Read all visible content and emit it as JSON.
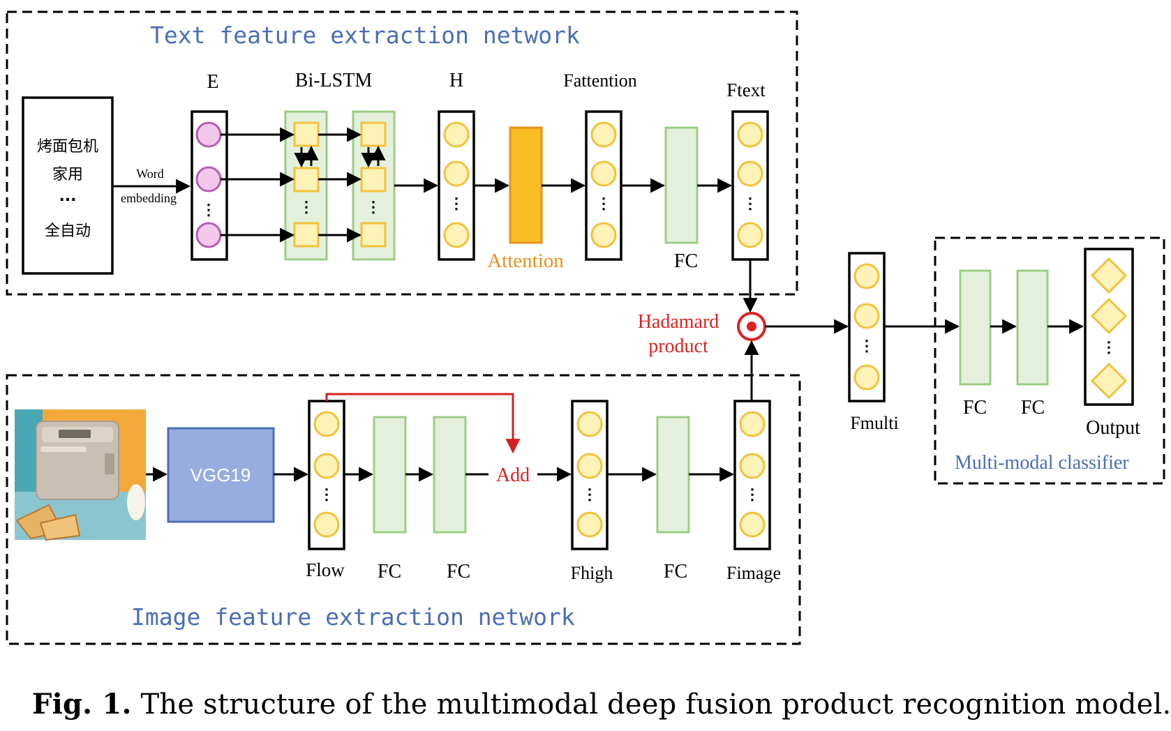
{
  "colors": {
    "title_blue": "#4a6db5",
    "attention_orange": "#e8901a",
    "hadamard_red": "#e02020",
    "fc_fill": "#e3f1dc",
    "fc_stroke": "#9ccd84",
    "circle_fill": "#fdf2b8",
    "circle_stroke": "#f2c23b",
    "embed_fill": "#f1c8ec",
    "embed_stroke": "#b85bb5",
    "attention_fill": "#f8bd23",
    "vgg_fill": "#97addf",
    "vgg_stroke": "#4a6db5"
  },
  "text_network": {
    "title": "Text feature extraction network",
    "input_lines": [
      "烤面包机",
      "家用",
      "...",
      "全自动"
    ],
    "word_embedding": [
      "Word",
      "embedding"
    ],
    "label_E": "E",
    "label_bilstm": "Bi-LSTM",
    "label_H": "H",
    "label_fattention": "Fattention",
    "label_ftext": "Ftext",
    "label_attention": "Attention",
    "label_fc": "FC"
  },
  "fusion": {
    "hadamard_line1": "Hadamard",
    "hadamard_line2": "product",
    "label_fmulti": "Fmulti"
  },
  "image_network": {
    "title": "Image feature extraction network",
    "image_icon": "bread-machine-photo",
    "vgg": "VGG19",
    "label_flow": "Flow",
    "label_fc1": "FC",
    "label_fc2": "FC",
    "label_add": "Add",
    "label_fhigh": "Fhigh",
    "label_fc3": "FC",
    "label_fimage": "Fimage"
  },
  "classifier": {
    "title": "Multi-modal classifier",
    "label_fc1": "FC",
    "label_fc2": "FC",
    "label_output": "Output"
  },
  "caption": {
    "prefix": "Fig. 1.",
    "text": "The structure of the multimodal deep fusion product recognition model."
  }
}
